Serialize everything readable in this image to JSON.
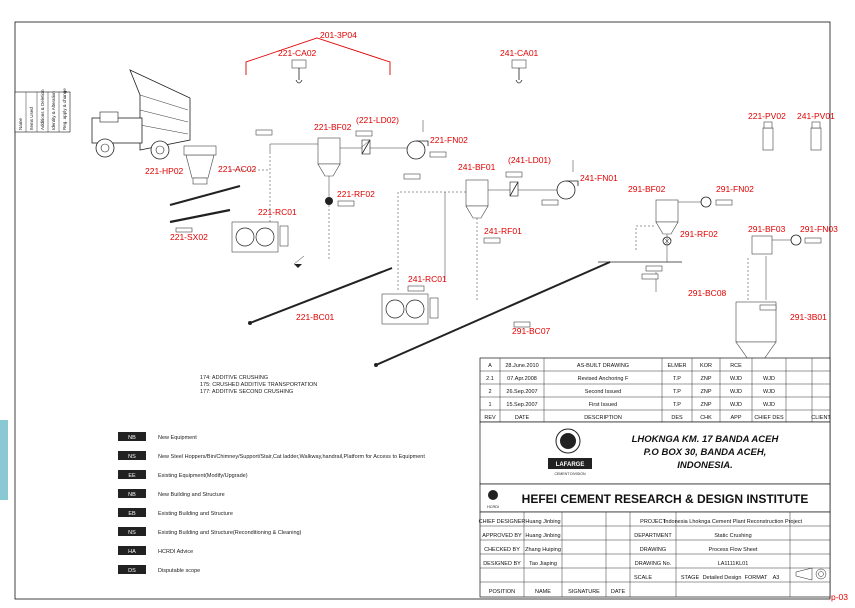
{
  "equipment_tags": {
    "t201_3p04": "201-3P04",
    "t221_ca02": "221-CA02",
    "t241_ca01": "241-CA01",
    "t221_bf02": "221-BF02",
    "t221_ld02": "(221-LD02)",
    "t221_fn02": "221-FN02",
    "t221_hp02": "221-HP02",
    "t221_ac02": "221-AC02",
    "t221_rf02": "221-RF02",
    "t221_rc01": "221-RC01",
    "t221_sx02": "221-SX02",
    "t221_bc01": "221-BC01",
    "t241_bf01": "241-BF01",
    "t241_ld01": "(241-LD01)",
    "t241_fn01": "241-FN01",
    "t241_rf01": "241-RF01",
    "t241_rc01": "241-RC01",
    "t291_bc07": "291-BC07",
    "t291_bf02": "291-BF02",
    "t291_fn02": "291-FN02",
    "t291_rf02": "291-RF02",
    "t291_bc08": "291-BC08",
    "t291_bf03": "291-BF03",
    "t291_fn03": "291-FN03",
    "t291_3b01": "291-3B01",
    "t221_pv02": "221-PV02",
    "t241_pv01": "241-PV01"
  },
  "notes": [
    "174: ADDITIVE CRUSHING",
    "175: CRUSHED ADDITIVE TRANSPORTATION",
    "177: ADDITIVE SECOND CRUSHING"
  ],
  "legend": [
    {
      "code": "NB",
      "text": "New Equipment"
    },
    {
      "code": "NS",
      "text": "New Steel Hoppers/Bin/Chimney/Support/Stair,Cat ladder,Walkway,handrail,Platform for Access to Equipment"
    },
    {
      "code": "EE",
      "text": "Existing Equipment(Modify/Upgrade)"
    },
    {
      "code": "NB",
      "text": "New Building and Structure"
    },
    {
      "code": "EB",
      "text": "Existing Building and Structure"
    },
    {
      "code": "NS",
      "text": "Existing Building and Structure(Reconditioning & Cleaning)"
    },
    {
      "code": "HA",
      "text": "HCRDI Advice"
    },
    {
      "code": "DS",
      "text": "Disputable scope"
    }
  ],
  "revisions": {
    "rows": [
      {
        "rev": "A",
        "date": "28.June.2010",
        "desc": "AS-BUILT DRAWING",
        "des": "ELMER",
        "chk": "KOR",
        "app": "RCE",
        "chief": "",
        "client": ""
      },
      {
        "rev": "2.1",
        "date": "07.Apr.2008",
        "desc": "Revised Anchoring F",
        "des": "T.P",
        "chk": "ZNP",
        "app": "WJD",
        "chief": "WJD",
        "client": ""
      },
      {
        "rev": "2",
        "date": "26.Sep.2007",
        "desc": "Second Issued",
        "des": "T.P",
        "chk": "ZNP",
        "app": "WJD",
        "chief": "WJD",
        "client": ""
      },
      {
        "rev": "1",
        "date": "15.Sep.2007",
        "desc": "First Issued",
        "des": "T.P",
        "chk": "ZNP",
        "app": "WJD",
        "chief": "WJD",
        "client": ""
      }
    ],
    "headers": {
      "rev": "REV",
      "date": "DATE",
      "desc": "DESCRIPTION",
      "des": "DES",
      "chk": "CHK",
      "app": "APP",
      "chief": "CHIEF DES",
      "client": "CLIENT"
    }
  },
  "client": {
    "address_1": "LHOKNGA KM. 17 BANDA ACEH",
    "address_2": "P.O BOX 30, BANDA ACEH,",
    "address_3": "INDONESIA.",
    "logo_text": "LAFARGE",
    "logo_sub": "CEMENT DIVISION"
  },
  "institute": {
    "name": "HEFEI CEMENT RESEARCH & DESIGN INSTITUTE",
    "logo_caption": "HCRDI"
  },
  "title_block": {
    "chief_designer_label": "CHIEF DESIGNER",
    "chief_designer": "Huang Jinbing",
    "approved_label": "APPROVED BY",
    "approved": "Huang Jinbing",
    "checked_label": "CHECKED BY",
    "checked": "Zhang Huiping",
    "designed_label": "DESIGNED BY",
    "designed": "Tao Jiaping",
    "position_label": "POSITION",
    "name_label": "NAME",
    "signature_label": "SIGNATURE",
    "date_label": "DATE",
    "scale_label": "SCALE",
    "project_label": "PROJECT",
    "project": "Indonesia Lhoknga Cement Plant Reconstruction Project",
    "department_label": "DEPARTMENT",
    "department": "Static Crushing",
    "drawing_label": "DRAWING",
    "drawing": "Process Flow Sheet",
    "drawing_no_label": "DRAWING No.",
    "drawing_no": "LA1111KL01",
    "stage_label": "STAGE",
    "stage": "Detailed Design",
    "format_label": "FORMAT",
    "format": "A3"
  },
  "side_strip": {
    "r1": "Name",
    "r2": "Items Used",
    "r3": "Additions & Deletion",
    "r4": "Identity & Alteration",
    "r5": "Reg. apply & change"
  },
  "page_label": "p-03",
  "colors": {
    "accent": "#e00000",
    "line": "#222222",
    "legend_fill": "#222222"
  }
}
